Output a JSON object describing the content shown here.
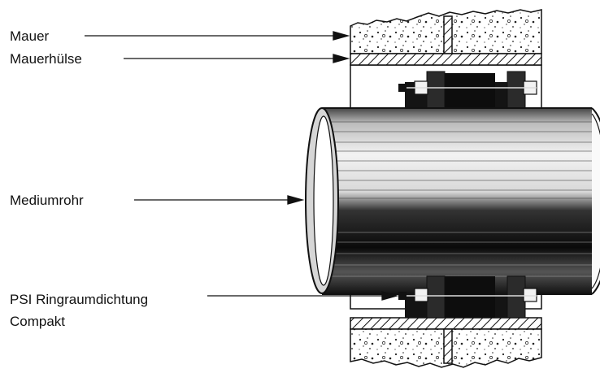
{
  "labels": {
    "wall": "Mauer",
    "sleeve": "Mauerhülse",
    "pipe": "Mediumrohr",
    "seal_line1": "PSI Ringraumdichtung",
    "seal_line2": "Compakt"
  }
}
